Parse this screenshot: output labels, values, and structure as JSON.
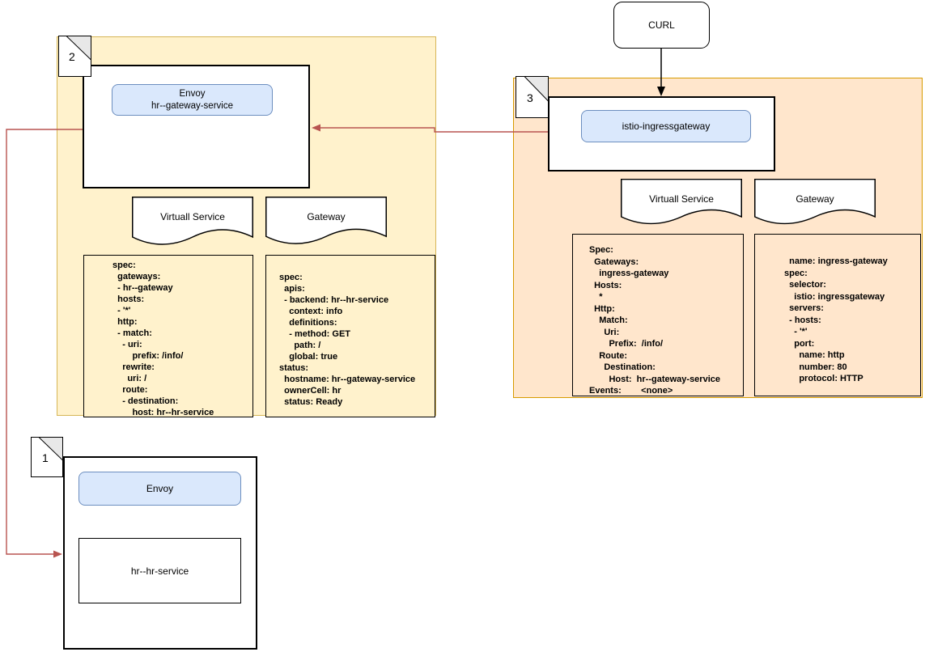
{
  "colors": {
    "yellow_fill": "#FFF2CC",
    "yellow_stroke": "#D6B656",
    "orange_fill": "#FFE6CC",
    "orange_stroke": "#D79B00",
    "blue_fill": "#DAE8FC",
    "blue_stroke": "#6C8EBF",
    "red_connector": "#B85450",
    "black_connector": "#000000"
  },
  "curl_node": {
    "label": "CURL"
  },
  "region_istio": {
    "badge": "3",
    "ingress_node_label": "istio-ingressgateway",
    "virtual_service_doc_label": "Virtuall Service",
    "gateway_doc_label": "Gateway",
    "virtual_service_spec": "Spec:\n  Gateways:\n    ingress-gateway\n  Hosts:\n    *\n  Http:\n    Match:\n      Uri:\n        Prefix:  /info/\n    Route:\n      Destination:\n        Host:  hr--gateway-service\nEvents:        <none>",
    "gateway_spec": "  name: ingress-gateway\nspec:\n  selector:\n    istio: ingressgateway\n  servers:\n  - hosts:\n    - '*'\n    port:\n      name: http\n      number: 80\n      protocol: HTTP"
  },
  "region_gateway_cell": {
    "badge": "2",
    "envoy_node_line1": "Envoy",
    "envoy_node_line2": "hr--gateway-service",
    "virtual_service_doc_label": "Virtuall Service",
    "gateway_doc_label": "Gateway",
    "virtual_service_spec": "spec:\n  gateways:\n  - hr--gateway\n  hosts:\n  - '*'\n  http:\n  - match:\n    - uri:\n        prefix: /info/\n    rewrite:\n      uri: /\n    route:\n    - destination:\n        host: hr--hr-service",
    "gateway_spec": "spec:\n  apis:\n  - backend: hr--hr-service\n    context: info\n    definitions:\n    - method: GET\n      path: /\n    global: true\nstatus:\n  hostname: hr--gateway-service\n  ownerCell: hr\n  status: Ready"
  },
  "region_hr_cell": {
    "badge": "1",
    "envoy_node_label": "Envoy",
    "service_node_label": "hr--hr-service"
  }
}
